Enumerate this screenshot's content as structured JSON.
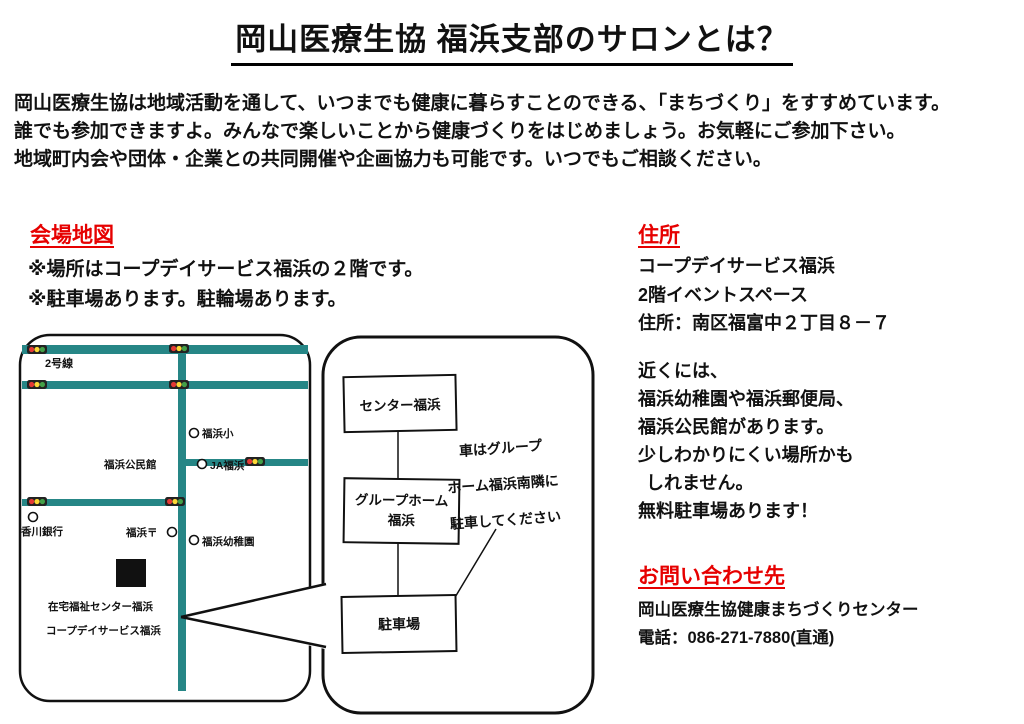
{
  "document": {
    "title": "岡山医療生協 福浜支部のサロンとは？",
    "intro_lines": [
      "岡山医療生協は地域活動を通して、いつまでも健康に暮らすことのできる、「まちづくり」をすすめています。",
      "誰でも参加できますよ。みんなで楽しいことから健康づくりをはじめましょう。お気軽にご参加下さい。",
      "地域町内会や団体・企業との共同開催や企画協力も可能です。いつでもご相談ください。"
    ]
  },
  "venue_map": {
    "heading": "会場地図",
    "note1": "※場所はコープデイサービス福浜の２階です。",
    "note2": "※駐車場あります。駐輪場あります。",
    "labels": {
      "route_2": "2号線",
      "fukuhama_elementary": "福浜小",
      "fukuhama_community_center": "福浜公民館",
      "ja_fukuhama": "JA福浜",
      "kagawa_bank": "香川銀行",
      "fukuhama_post_office": "福浜〒",
      "fukuhama_kindergarten": "福浜幼稚園",
      "zaitaku_center": "在宅福祉センター福浜",
      "coop_day_service": "コープデイサービス福浜"
    },
    "callout": {
      "box_center": "センター福浜",
      "box_grouphome_line1": "グループホーム",
      "box_grouphome_line2": "福浜",
      "box_parking": "駐車場",
      "note_line1": "車はグループ",
      "note_line2": "ホーム福浜南隣に",
      "note_line3": "駐車してください"
    }
  },
  "address": {
    "heading": "住所",
    "line1": "コープデイサービス福浜",
    "line2": "2階イベントスペース",
    "line3": "住所：南区福富中２丁目８－７",
    "nearby_line1": "近くには、",
    "nearby_line2": "福浜幼稚園や福浜郵便局、",
    "nearby_line3": "福浜公民館があります。",
    "nearby_line4": "少しわかりにくい場所かも",
    "nearby_line5": "しれません。",
    "nearby_line6": "無料駐車場あります！"
  },
  "contact": {
    "heading": "お問い合わせ先",
    "line1": "岡山医療生協健康まちづくりセンター",
    "line2": "電話：086-271-7880(直通)"
  },
  "colors": {
    "heading_red": "#e60000",
    "road_teal": "#268686",
    "text_black": "#111111"
  }
}
